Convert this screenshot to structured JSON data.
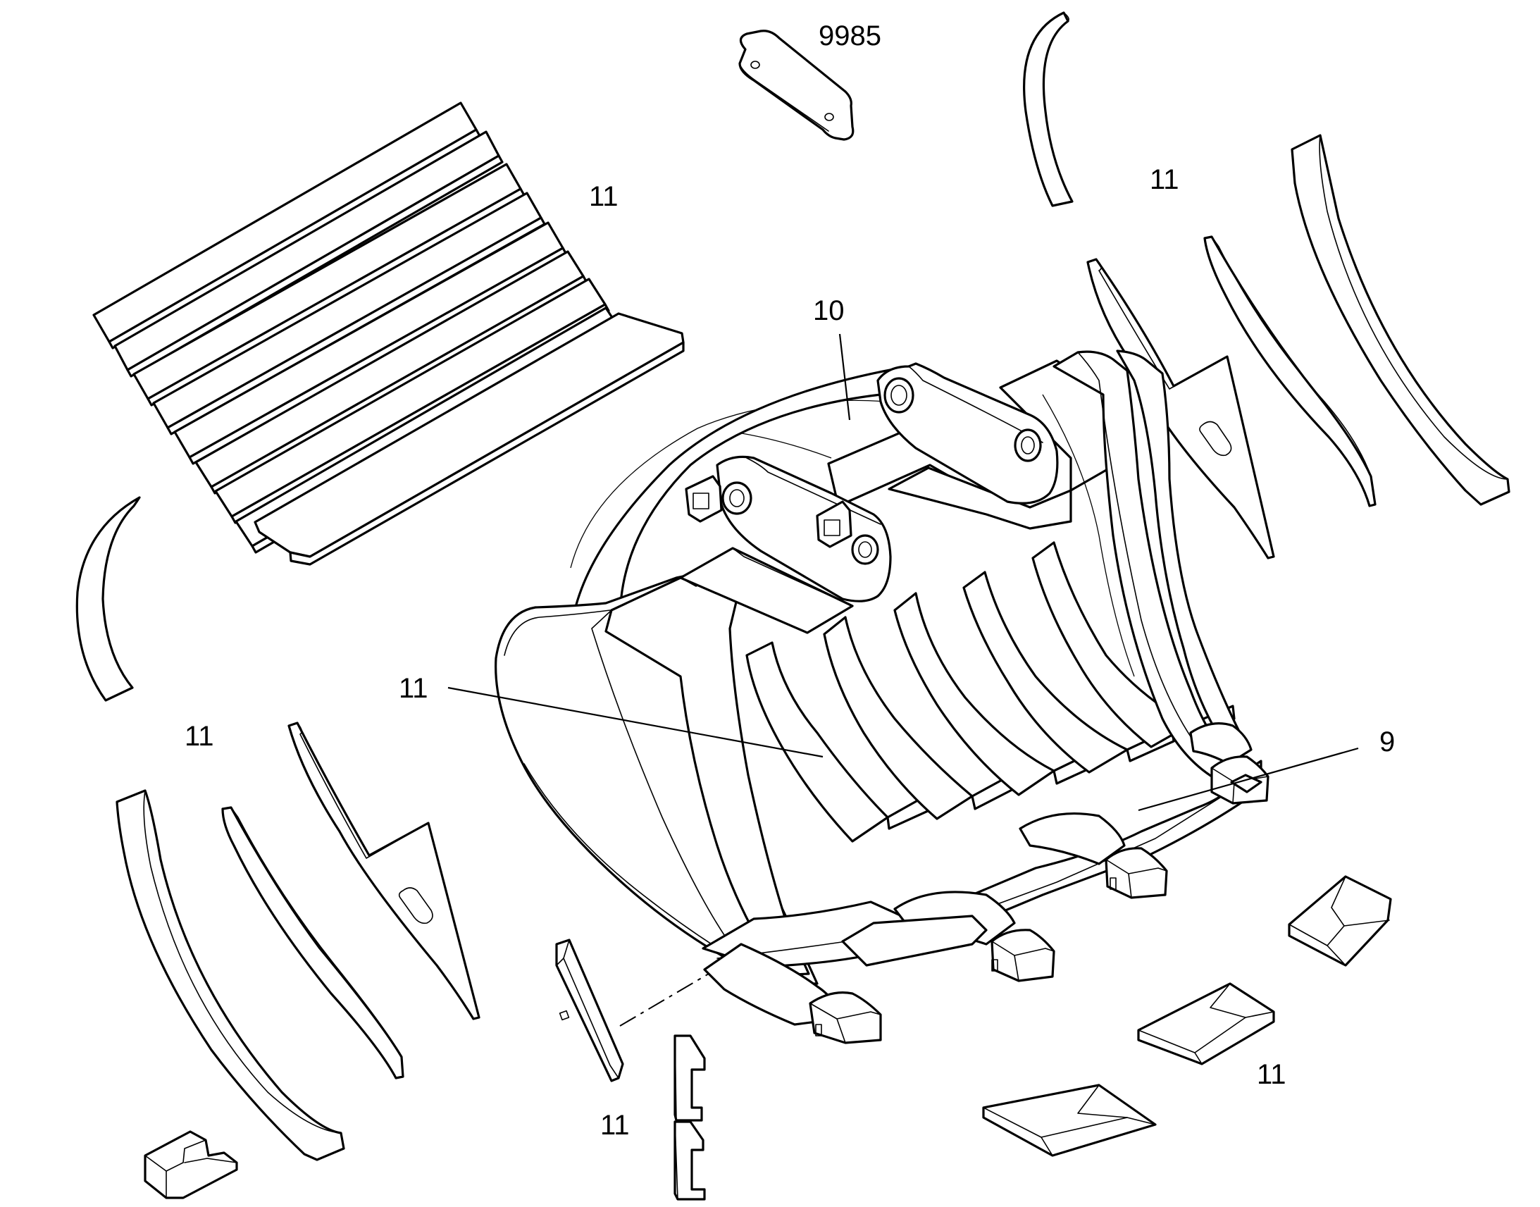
{
  "callouts": {
    "c_9985": "9985",
    "c_10": "10",
    "c_9": "9",
    "c_11_a": "11",
    "c_11_b": "11",
    "c_11_c": "11",
    "c_11_d": "11",
    "c_11_e": "11",
    "c_11_f": "11"
  },
  "colors": {
    "line": "#000000",
    "background": "#ffffff"
  }
}
